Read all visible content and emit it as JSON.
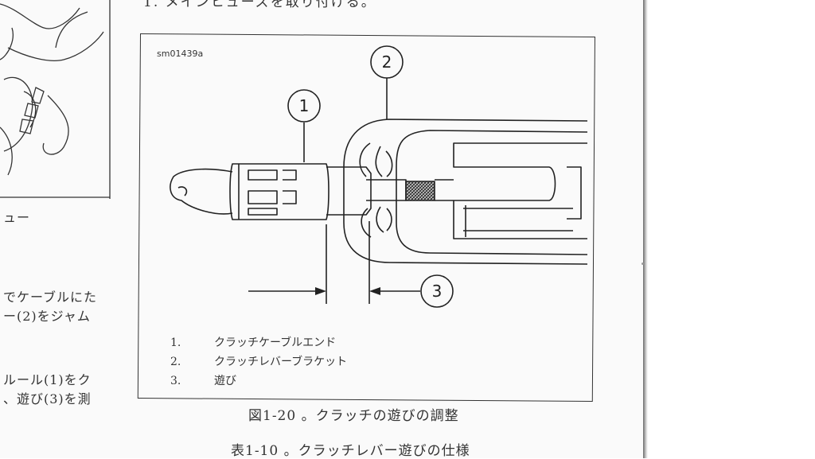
{
  "page": {
    "top_text": "1. メインヒューズを取り付ける。",
    "left_column": {
      "line_1": "ュー",
      "line_2": "でケーブルにた",
      "line_3": "ー(2)をジャム",
      "line_4": "ルール(1)をク",
      "line_5": "、遊び(3)を測"
    }
  },
  "figure": {
    "id_code": "sm01439a",
    "callouts": [
      "1",
      "2",
      "3"
    ],
    "legend": [
      {
        "number": "1.",
        "text": "クラッチケーブルエンド"
      },
      {
        "number": "2.",
        "text": "クラッチレバーブラケット"
      },
      {
        "number": "3.",
        "text": "遊び"
      }
    ],
    "caption": "図1-20 。クラッチの遊びの調整"
  },
  "table_caption": "表1-10 。クラッチレバー遊びの仕様",
  "colors": {
    "paper": "#fafafa",
    "ink": "#222222"
  }
}
